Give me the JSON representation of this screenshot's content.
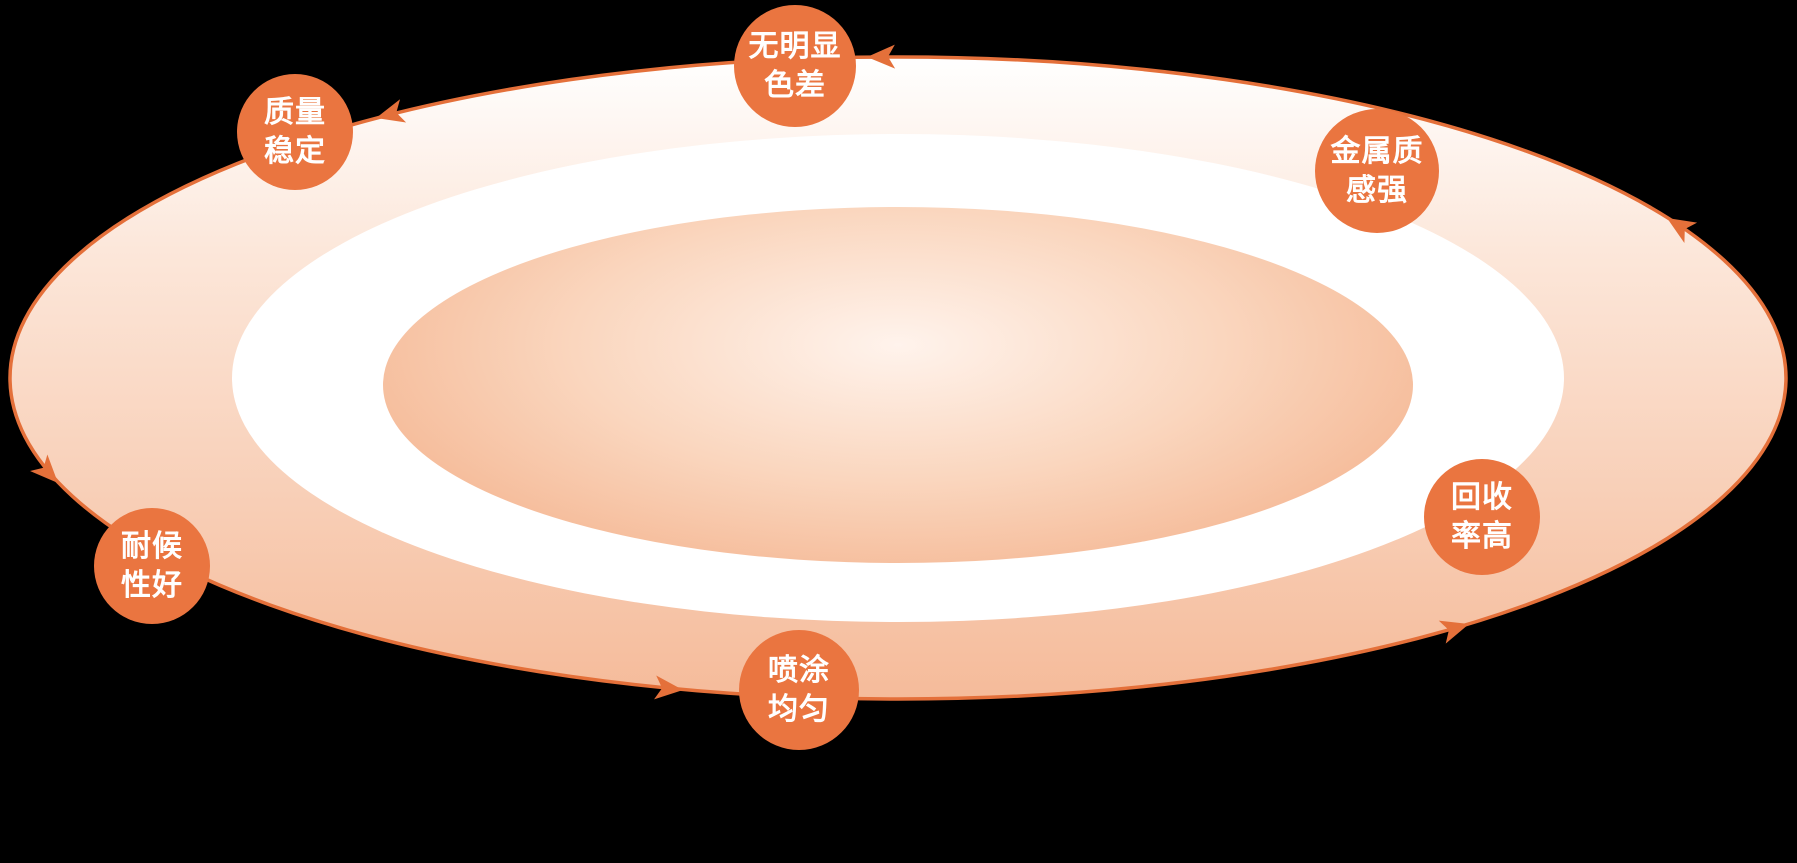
{
  "page": {
    "background_color": "#000000",
    "description": "Cycle diagram: gradient ellipse ring with counterclockwise flow arrows and six orange feature badges"
  },
  "diagram": {
    "type": "cycle",
    "flow_direction": "counterclockwise",
    "colors": {
      "badge_fill": "#EA7540",
      "badge_text": "#FFFFFF",
      "ellipse_stroke": "#E4703A",
      "arrow_fill": "#E4703A",
      "gradient_top": "#FFFFFF",
      "gradient_bottom": "#F5BB9A",
      "ring_fill": "#FFFFFF",
      "inner_gradient_center": "#FFF3EC",
      "inner_gradient_edge": "#F6BE9D"
    },
    "badges": [
      {
        "id": "no-visible-color-difference",
        "position": "top",
        "text": "无明显色差",
        "lines": [
          "无明显",
          "色差"
        ]
      },
      {
        "id": "stable-quality",
        "position": "upper-left",
        "text": "质量稳定",
        "lines": [
          "质量",
          "稳定"
        ]
      },
      {
        "id": "good-weather-resistance",
        "position": "lower-left",
        "text": "耐候性好",
        "lines": [
          "耐候",
          "性好"
        ]
      },
      {
        "id": "uniform-spraying",
        "position": "bottom",
        "text": "喷涂均匀",
        "lines": [
          "喷涂",
          "均匀"
        ]
      },
      {
        "id": "high-recovery-rate",
        "position": "lower-right",
        "text": "回收率高",
        "lines": [
          "回收",
          "率高"
        ]
      },
      {
        "id": "strong-metallic-texture",
        "position": "upper-right",
        "text": "金属质感强",
        "lines": [
          "金属质",
          "感强"
        ]
      }
    ]
  }
}
